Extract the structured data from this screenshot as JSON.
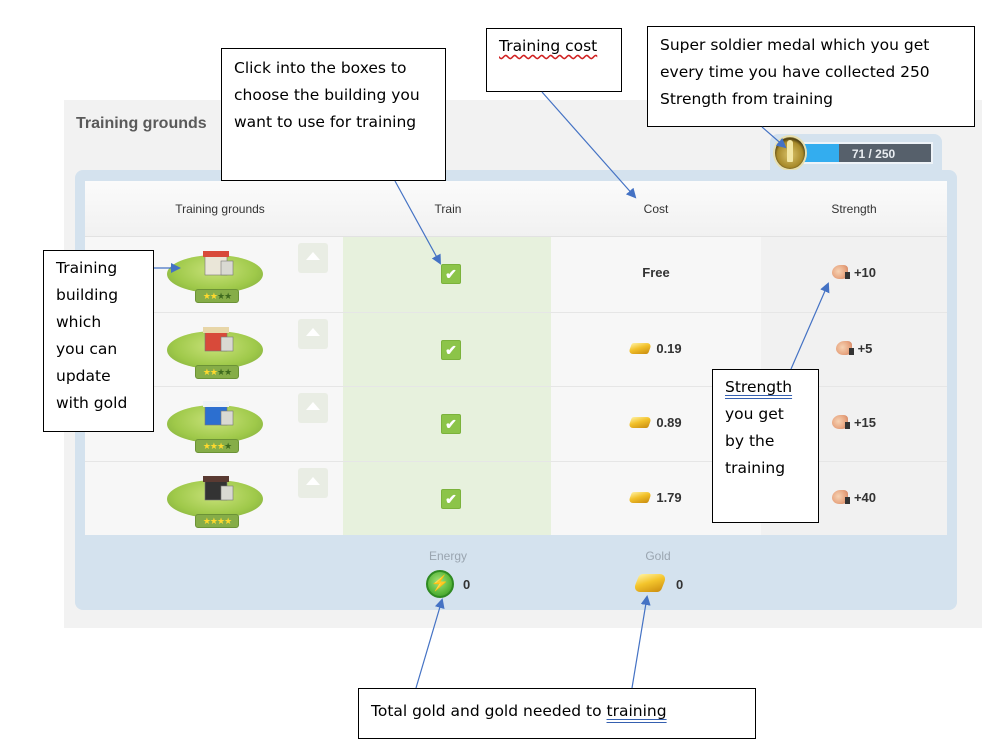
{
  "panel": {
    "title": "Training grounds",
    "medal": {
      "icon": "super-soldier-medal-icon",
      "progress_current": 71,
      "progress_max": 250,
      "progress_fraction": 0.284,
      "progress_text": "71 / 250"
    },
    "table": {
      "headers": [
        "Training grounds",
        "Train",
        "Cost",
        "Strength"
      ],
      "rows": [
        {
          "building": "training-building-1",
          "stars": 2,
          "max_stars": 4,
          "stars_text": "★★★★",
          "upgrade_icon": "upgrade-arrow-icon",
          "train_checked": true,
          "check_glyph": "✔",
          "cost": "Free",
          "cost_icon": "",
          "strength": "+10"
        },
        {
          "building": "training-building-2",
          "stars": 2,
          "max_stars": 4,
          "stars_text": "★★★★",
          "upgrade_icon": "upgrade-arrow-icon",
          "train_checked": true,
          "check_glyph": "✔",
          "cost": "0.19",
          "cost_icon": "gold-icon",
          "strength": "+5"
        },
        {
          "building": "training-building-3",
          "stars": 3,
          "max_stars": 4,
          "stars_text": "★★★★",
          "upgrade_icon": "upgrade-arrow-icon",
          "train_checked": true,
          "check_glyph": "✔",
          "cost": "0.89",
          "cost_icon": "gold-icon",
          "strength": "+15"
        },
        {
          "building": "training-building-4",
          "stars": 4,
          "max_stars": 4,
          "stars_text": "★★★★",
          "upgrade_icon": "upgrade-arrow-icon",
          "train_checked": true,
          "check_glyph": "✔",
          "cost": "1.79",
          "cost_icon": "gold-icon",
          "strength": "+40"
        }
      ]
    },
    "footer": {
      "energy_label": "Energy",
      "energy_value": "0",
      "energy_glyph": "⚡",
      "gold_label": "Gold",
      "gold_value": "0"
    }
  },
  "annotations": {
    "train_boxes": "Click into the boxes to choose the building you want to use for training",
    "training_cost": "Training cost",
    "medal": "Super soldier medal which you get every time you have collected 250 Strength from training",
    "building": [
      "Training",
      "building",
      "which",
      "you can",
      "update",
      "with gold"
    ],
    "strength_word": "Strength",
    "strength_rest": [
      "you get",
      "by the",
      "training"
    ],
    "total_gold_prefix": "Total gold and gold needed to ",
    "total_gold_underlined": "training"
  },
  "colors": {
    "progress_fill": "#33adef",
    "progress_track": "#56606b",
    "check_green": "#8cc449",
    "train_column": "#e7f1dd",
    "panel_blue": "#d4e2ee",
    "arrow_blue": "#4472c4"
  }
}
